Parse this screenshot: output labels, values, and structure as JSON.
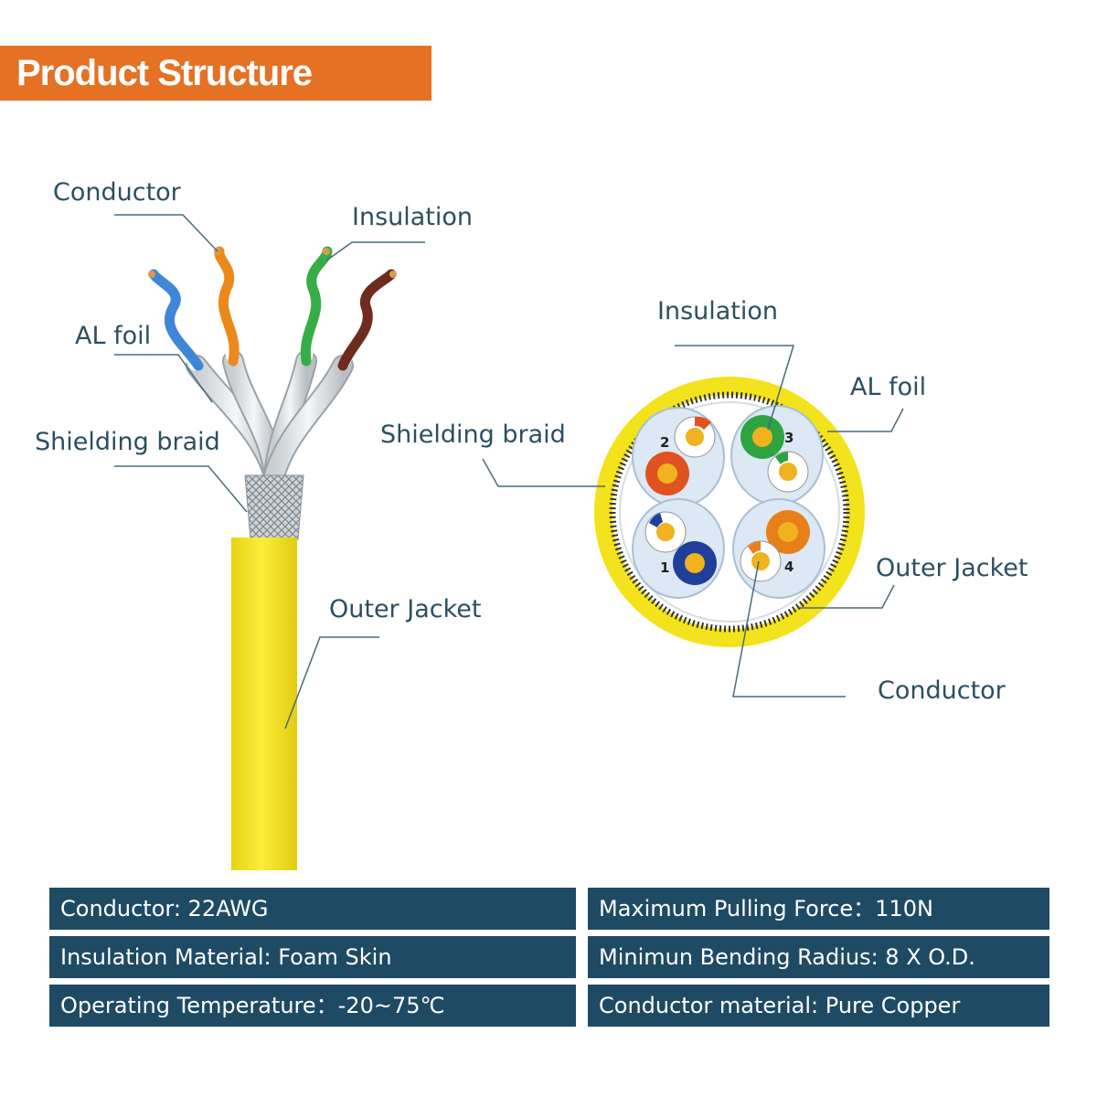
{
  "banner": {
    "title": "Product Structure Diagram"
  },
  "left_labels": {
    "conductor": "Conductor",
    "insulation": "Insulation",
    "al_foil": "AL foil",
    "shielding_braid": "Shielding braid",
    "outer_jacket": "Outer Jacket"
  },
  "right_labels": {
    "insulation": "Insulation",
    "al_foil": "AL foil",
    "shielding_braid": "Shielding braid",
    "outer_jacket": "Outer Jacket",
    "conductor": "Conductor"
  },
  "pair_numbers": [
    "1",
    "2",
    "3",
    "4"
  ],
  "specs": {
    "left": [
      "Conductor: 22AWG",
      "Insulation Material: Foam Skin",
      "Operating Temperature：-20~75℃"
    ],
    "right": [
      "Maximum Pulling Force：110N",
      "Minimun Bending Radius: 8 X O.D.",
      "Conductor material: Pure Copper"
    ]
  },
  "colors": {
    "banner": "#e57125",
    "spec_bg": "#1f4a63",
    "label_text": "#2c4f60",
    "jacket": "#f5e51d",
    "pair1": "#1f3f9a",
    "pair2": "#e0521f",
    "pair3": "#2fa342",
    "pair4": "#e8801a",
    "brown": "#6b2a1e",
    "copper": "#f0b21e"
  }
}
